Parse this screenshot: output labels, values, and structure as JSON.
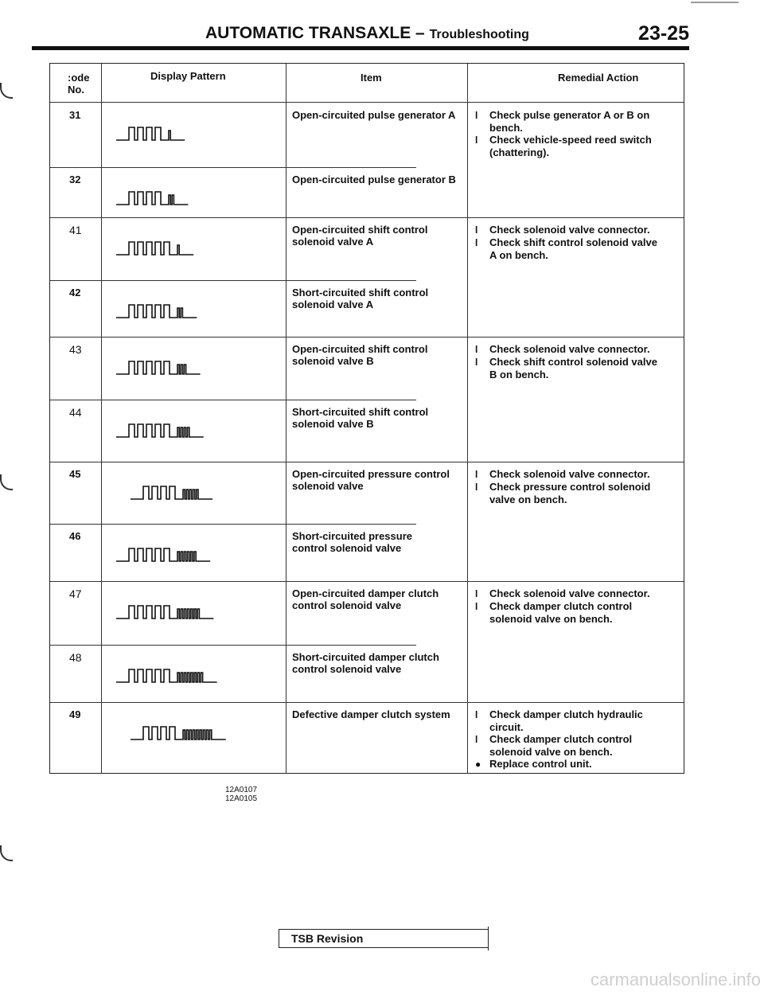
{
  "header": {
    "title_main": "AUTOMATIC TRANSAXLE",
    "title_sep": " – ",
    "title_sub": "Troubleshooting",
    "page_number": "23-25"
  },
  "table": {
    "columns": {
      "code_line1": ":ode",
      "code_line2": "No.",
      "pattern": "Display Pattern",
      "item": "Item",
      "action": "Remedial Action"
    },
    "rows": [
      {
        "code": "31",
        "long_pulses": 4,
        "short_pulses": 1,
        "item": "Open-circuited pulse generator A"
      },
      {
        "code": "32",
        "long_pulses": 4,
        "short_pulses": 2,
        "item": "Open-circuited pulse generator B"
      },
      {
        "code": "41",
        "long_pulses": 5,
        "short_pulses": 1,
        "item": "Open-circuited shift control\nsolenoid valve A"
      },
      {
        "code": "42",
        "long_pulses": 5,
        "short_pulses": 2,
        "item": "Short-circuited shift control\nsolenoid valve A"
      },
      {
        "code": "43",
        "long_pulses": 5,
        "short_pulses": 3,
        "item": "Open-circuited shift control\nsolenoid valve B"
      },
      {
        "code": "44",
        "long_pulses": 5,
        "short_pulses": 4,
        "item": "Short-circuited shift control\nsolenoid valve B"
      },
      {
        "code": "45",
        "long_pulses": 4,
        "short_pulses": 5,
        "item": "Open-circuited pressure control\nsolenoid valve"
      },
      {
        "code": "46",
        "long_pulses": 5,
        "short_pulses": 6,
        "item": "Short-circuited pressure\ncontrol solenoid valve"
      },
      {
        "code": "47",
        "long_pulses": 5,
        "short_pulses": 7,
        "item": "Open-circuited damper clutch\ncontrol solenoid valve"
      },
      {
        "code": "48",
        "long_pulses": 5,
        "short_pulses": 8,
        "item": "Short-circuited damper clutch\ncontrol solenoid valve"
      },
      {
        "code": "49",
        "long_pulses": 4,
        "short_pulses": 9,
        "item": "Defective damper clutch system"
      }
    ],
    "actions": [
      {
        "lines": [
          {
            "bullet": "l",
            "text": "Check pulse generator A or B on\nbench."
          },
          {
            "bullet": "l",
            "text": "Check vehicle-speed reed switch\n(chattering)."
          }
        ]
      },
      {
        "lines": [
          {
            "bullet": "l",
            "text": "Check solenoid valve connector."
          },
          {
            "bullet": "l",
            "text": "Check shift control solenoid valve\nA on bench."
          }
        ]
      },
      {
        "lines": [
          {
            "bullet": "l",
            "text": "Check solenoid valve connector."
          },
          {
            "bullet": "l",
            "text": "Check shift control solenoid valve\nB on bench."
          }
        ]
      },
      {
        "lines": [
          {
            "bullet": "l",
            "text": "Check solenoid valve connector."
          },
          {
            "bullet": "l",
            "text": "Check pressure control solenoid\nvalve on bench."
          }
        ]
      },
      {
        "lines": [
          {
            "bullet": "l",
            "text": "Check solenoid valve connector."
          },
          {
            "bullet": "l",
            "text": "Check damper clutch control\nsolenoid valve on bench."
          }
        ]
      },
      {
        "lines": [
          {
            "bullet": "l",
            "text": "Check damper clutch hydraulic\ncircuit."
          },
          {
            "bullet": "l",
            "text": "Check damper clutch control\nsolenoid valve on bench."
          },
          {
            "bullet": "●",
            "text": "Replace control unit."
          }
        ]
      }
    ]
  },
  "figure_ids": [
    "12A0107",
    "12A0105"
  ],
  "footer": {
    "tsb_label": "TSB Revision",
    "watermark": "carmanualsonline.info"
  }
}
